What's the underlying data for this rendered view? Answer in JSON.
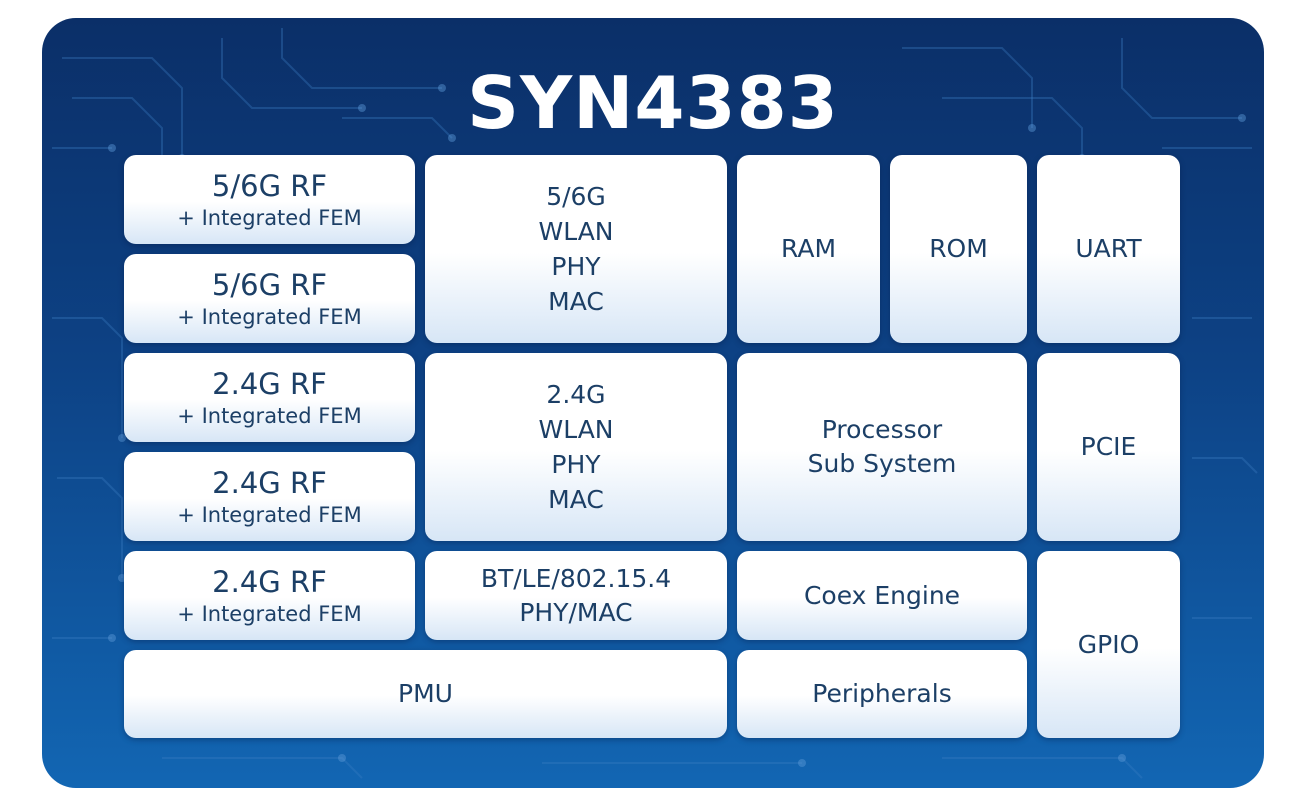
{
  "title": "SYN4383",
  "blocks": {
    "rf1": {
      "main": "5/6G RF",
      "sub": "+ Integrated FEM"
    },
    "rf2": {
      "main": "5/6G RF",
      "sub": "+ Integrated FEM"
    },
    "rf3": {
      "main": "2.4G RF",
      "sub": "+ Integrated FEM"
    },
    "rf4": {
      "main": "2.4G RF",
      "sub": "+ Integrated FEM"
    },
    "rf5": {
      "main": "2.4G RF",
      "sub": "+ Integrated FEM"
    },
    "wlan56": {
      "lines": [
        "5/6G",
        "WLAN",
        "PHY",
        "MAC"
      ]
    },
    "wlan24": {
      "lines": [
        "2.4G",
        "WLAN",
        "PHY",
        "MAC"
      ]
    },
    "bt": {
      "lines": [
        "BT/LE/802.15.4",
        "PHY/MAC"
      ]
    },
    "pmu": "PMU",
    "ram": "RAM",
    "rom": "ROM",
    "uart": "UART",
    "processor": {
      "lines": [
        "Processor",
        "Sub System"
      ]
    },
    "pcie": "PCIE",
    "coex": "Coex Engine",
    "peripherals": "Peripherals",
    "gpio": "GPIO"
  }
}
